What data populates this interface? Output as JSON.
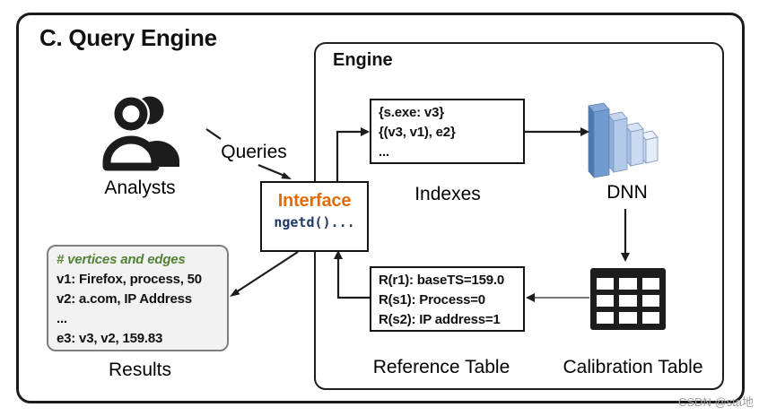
{
  "title": "C. Query Engine",
  "watermark": "CSDN @sta地",
  "analysts": {
    "label": "Analysts",
    "icon": "people-icon"
  },
  "queries_label": "Queries",
  "interface": {
    "title": "Interface",
    "code": "ngetd()..."
  },
  "engine": {
    "label": "Engine",
    "indexes": {
      "label": "Indexes",
      "lines": [
        "{s.exe: v3}",
        "{(v3, v1), e2}",
        "..."
      ]
    },
    "dnn": {
      "label": "DNN",
      "icon": "neural-layers-icon"
    },
    "calibration": {
      "label": "Calibration Table",
      "icon": "grid-table-icon"
    },
    "reference": {
      "label": "Reference Table",
      "lines": [
        "R(r1): baseTS=159.0",
        "R(s1): Process=0",
        "R(s2): IP address=1"
      ]
    }
  },
  "results": {
    "label": "Results",
    "comment_line": "# vertices and edges",
    "lines": [
      "v1: Firefox, process, 50",
      "v2: a.com, IP Address",
      "...",
      "e3: v3, v2, 159.83"
    ]
  },
  "colors": {
    "interface_accent": "#e36c0a",
    "code_text": "#1f3864",
    "comment_green": "#538135",
    "results_bg": "#f2f2f2",
    "results_border": "#7f7f7f",
    "line_black": "#1c1c1c",
    "line_gray": "#7a7a7a",
    "dnn_blue_dark": "#6f9bd0",
    "dnn_blue_light": "#e4ecf8",
    "watermark_gray": "#9e9e9e"
  }
}
